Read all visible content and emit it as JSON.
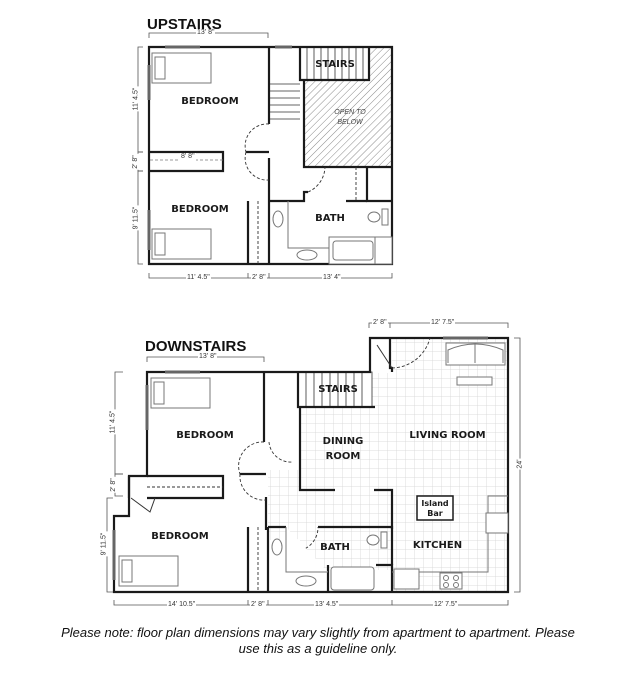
{
  "upstairs": {
    "title": "UPSTAIRS",
    "rooms": {
      "bedroom_top": "BEDROOM",
      "bedroom_bottom": "BEDROOM",
      "stairs": "STAIRS",
      "open_to_below": "OPEN TO BELOW",
      "bath": "BATH"
    },
    "dimensions": {
      "top_width": "13' 8\"",
      "left_top": "11' 4.5\"",
      "left_mid": "2' 8\"",
      "left_bottom": "9' 11.5\"",
      "closet": "8' 8\"",
      "bottom_left": "11' 4.5\"",
      "bottom_mid": "2' 8\"",
      "bottom_right": "13' 4\""
    }
  },
  "downstairs": {
    "title": "DOWNSTAIRS",
    "rooms": {
      "bedroom_top": "BEDROOM",
      "bedroom_bottom": "BEDROOM",
      "stairs": "STAIRS",
      "dining": "DINING ROOM",
      "living": "LIVING ROOM",
      "island_bar": "Island Bar",
      "bath": "BATH",
      "kitchen": "KITCHEN"
    },
    "dimensions": {
      "top_width": "13' 8\"",
      "entry_width": "2' 8\"",
      "living_width": "12' 7.5\"",
      "right_height": "24'",
      "left_top": "11' 4.5\"",
      "left_mid": "2' 8\"",
      "left_bottom": "9' 11.5\"",
      "bottom_1": "14' 10.5\"",
      "bottom_2": "2' 8\"",
      "bottom_3": "13' 4.5\"",
      "bottom_4": "12' 7.5\""
    }
  },
  "footnote": {
    "line1": "Please note:  floor plan dimensions may vary slightly from apartment to apartment.  Please",
    "line2": "use this as a guideline only."
  },
  "colors": {
    "wall": "#1a1a1a",
    "grid": "#d9d9d9",
    "hatch": "#8a8a8a",
    "fixture": "#777777"
  }
}
